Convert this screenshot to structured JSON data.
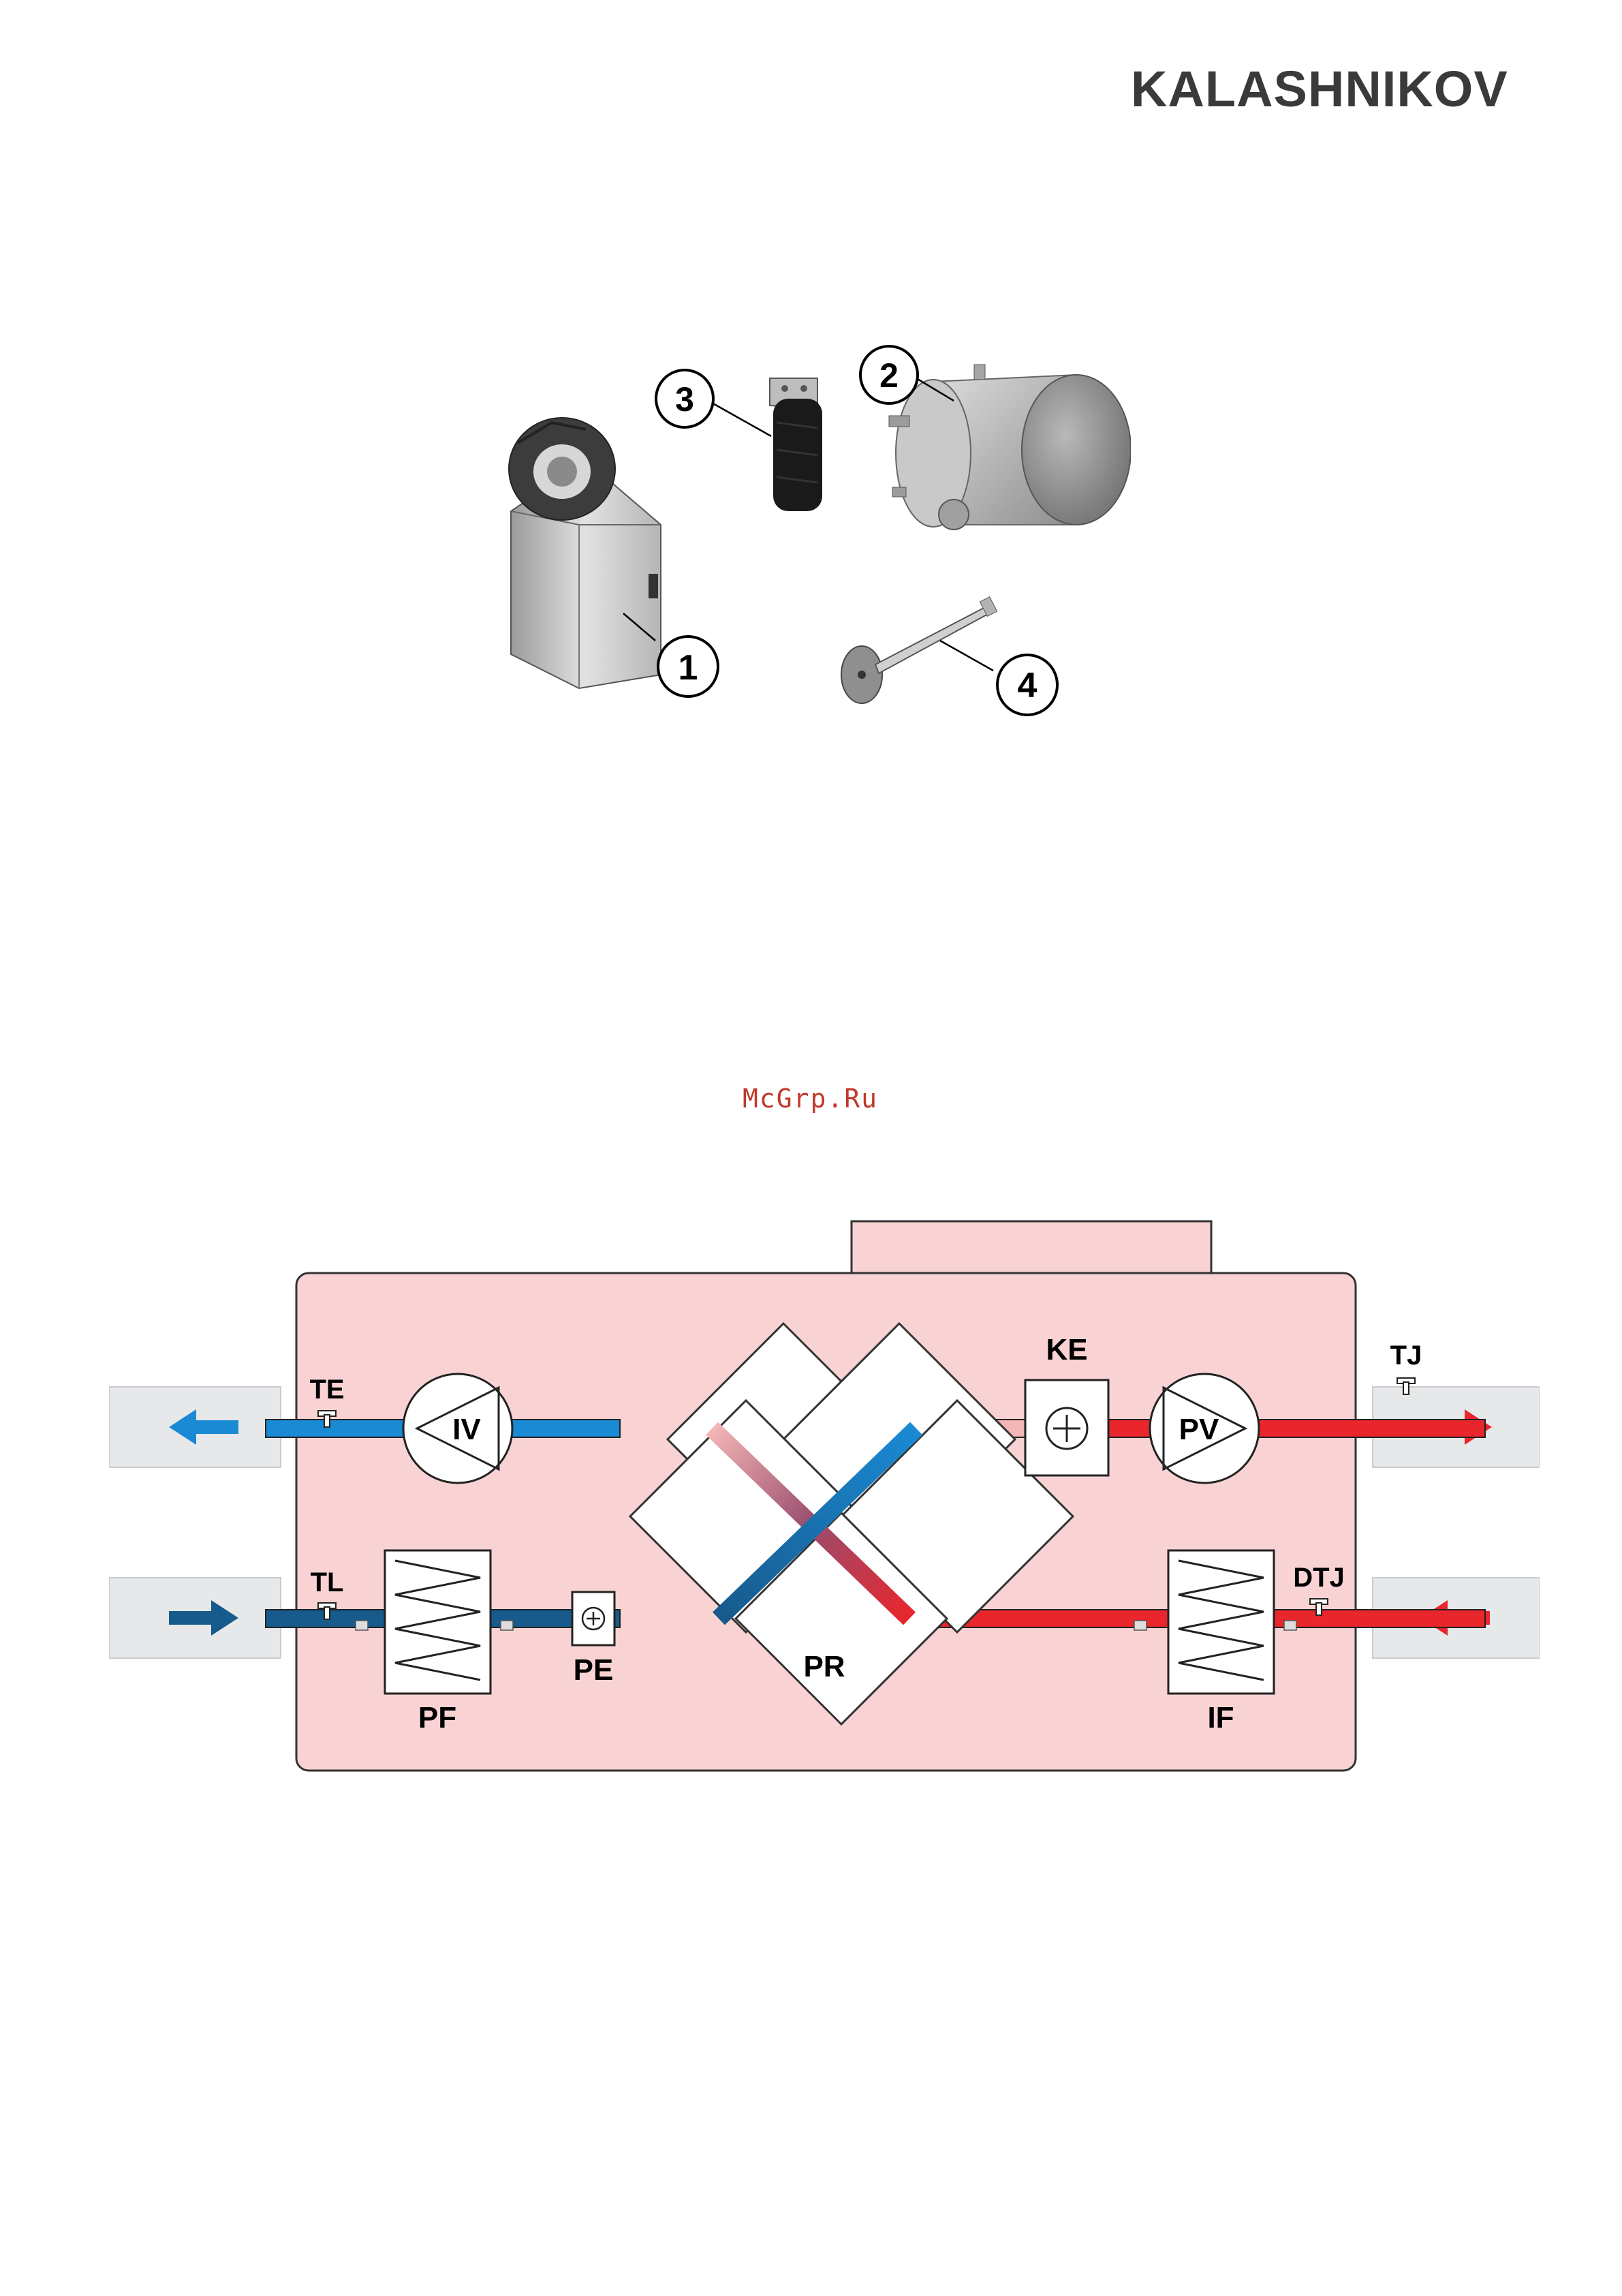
{
  "header": {
    "brand": "KALASHNIKOV"
  },
  "watermark": "McGrp.Ru",
  "components": {
    "callouts": [
      "1",
      "2",
      "3",
      "4"
    ]
  },
  "scheme": {
    "labels": {
      "te": "TE",
      "iv": "IV",
      "ke": "KE",
      "pv": "PV",
      "tj": "TJ",
      "tl": "TL",
      "pe": "PE",
      "pf": "PF",
      "pr": "PR",
      "if": "IF",
      "dtj": "DTJ"
    },
    "colors": {
      "unit_body": "#f9d3d3",
      "duct_exhaust_cold": "#1a8ad4",
      "duct_supply_cold": "#175a8c",
      "duct_hot": "#e8262c",
      "duct_hot_light": "#f4b6b6",
      "outer_duct": "#e6e8ea"
    }
  }
}
